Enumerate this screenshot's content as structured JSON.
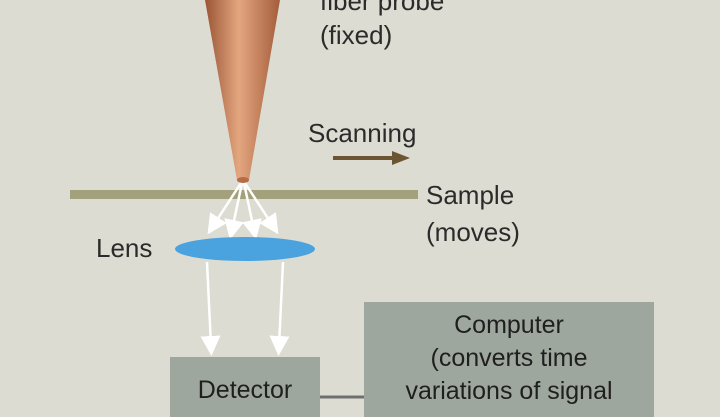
{
  "labels": {
    "probe_line1": "fiber probe",
    "probe_line2": "(fixed)",
    "scanning": "Scanning",
    "sample_line1": "Sample",
    "sample_line2": "(moves)",
    "lens": "Lens",
    "detector": "Detector",
    "computer_line1": "Computer",
    "computer_line2": "(converts time",
    "computer_line3": "variations of signal"
  },
  "colors": {
    "background": "#dcdcd2",
    "probe_light": "#e3a67f",
    "probe_dark": "#9a5535",
    "sample": "#a3a07c",
    "lens": "#4aa3de",
    "arrow": "#ffffff",
    "scan_arrow": "#6b5533",
    "box": "#9ea79d",
    "connector": "#6f6f6f"
  }
}
